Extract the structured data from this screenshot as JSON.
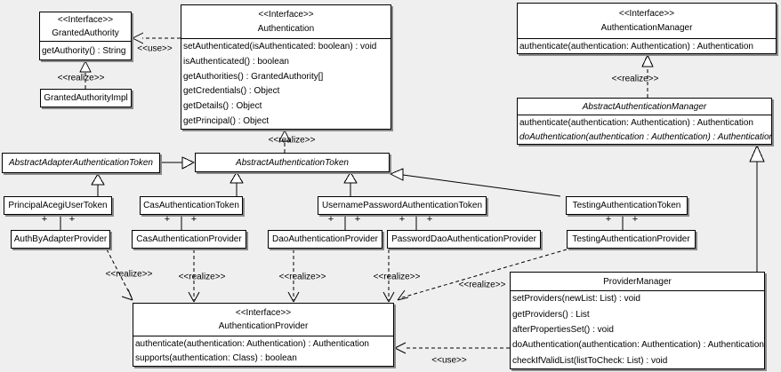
{
  "colors": {
    "background": "#efefef",
    "node_fill": "#ffffff",
    "line": "#000000",
    "shadow": "#8a8a8a"
  },
  "labels": {
    "realize": "<<realize>>",
    "use": "<<use>>",
    "assoc_end": "+"
  },
  "classes": {
    "granted_authority": {
      "stereotype": "<<Interface>>",
      "name": "GrantedAuthority",
      "methods": [
        "getAuthority() : String"
      ]
    },
    "granted_authority_impl": {
      "name": "GrantedAuthorityImpl"
    },
    "authentication": {
      "stereotype": "<<Interface>>",
      "name": "Authentication",
      "methods": [
        "setAuthenticated(isAuthenticated: boolean) : void",
        "isAuthenticated() : boolean",
        "getAuthorities() : GrantedAuthority[]",
        "getCredentials() : Object",
        "getDetails() : Object",
        "getPrincipal() : Object"
      ]
    },
    "authentication_manager": {
      "stereotype": "<<Interface>>",
      "name": "AuthenticationManager",
      "methods": [
        "authenticate(authentication: Authentication) : Authentication"
      ]
    },
    "abstract_authentication_manager": {
      "name": "AbstractAuthenticationManager",
      "methods": [
        "authenticate(authentication: Authentication) : Authentication",
        "doAuthentication(authentication : Authentication) : Authentication"
      ]
    },
    "abstract_adapter_authentication_token": {
      "name": "AbstractAdapterAuthenticationToken"
    },
    "abstract_authentication_token": {
      "name": "AbstractAuthenticationToken"
    },
    "principal_acegi_user_token": {
      "name": "PrincipalAcegiUserToken"
    },
    "cas_authentication_token": {
      "name": "CasAuthenticationToken"
    },
    "username_password_authentication_token": {
      "name": "UsernamePasswordAuthenticationToken"
    },
    "testing_authentication_token": {
      "name": "TestingAuthenticationToken"
    },
    "auth_by_adapter_provider": {
      "name": "AuthByAdapterProvider"
    },
    "cas_authentication_provider": {
      "name": "CasAuthenticationProvider"
    },
    "dao_authentication_provider": {
      "name": "DaoAuthenticationProvider"
    },
    "password_dao_authentication_provider": {
      "name": "PasswordDaoAuthenticationProvider"
    },
    "testing_authentication_provider": {
      "name": "TestingAuthenticationProvider"
    },
    "authentication_provider": {
      "stereotype": "<<Interface>>",
      "name": "AuthenticationProvider",
      "methods": [
        "authenticate(authentication: Authentication) : Authentication",
        "supports(authentication: Class) : boolean"
      ]
    },
    "provider_manager": {
      "name": "ProviderManager",
      "methods": [
        "setProviders(newList: List) : void",
        "getProviders() : List",
        "afterPropertiesSet() : void",
        "doAuthentication(authentication: Authentication) : Authentication",
        "checkIfValidList(listToCheck: List) : void"
      ]
    }
  }
}
